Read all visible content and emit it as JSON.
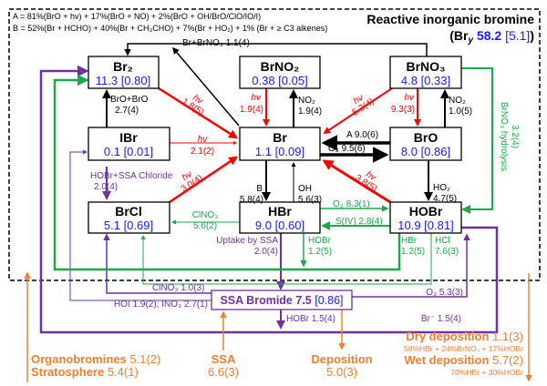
{
  "colors": {
    "value": "#1a1aff",
    "photolysis": "#ff0000",
    "heterogeneous": "#1aaa4a",
    "ssa": "#7030a0",
    "external": "#f07f2f",
    "gas": "#000000"
  },
  "legend": {
    "a_line": "A = 81%(BrO + hv) + 17%(BrO + NO) + 2%(BrO + OH/BrO/ClO/IO/I)",
    "b_line": "B = 52%(Br + HCHO) + 40%(Br + CH₃CHO) + 7%(Br + HO₂) + 1% (Br + ≥ C3 alkenes)"
  },
  "title": {
    "text": "Reactive inorganic bromine",
    "bry_open": "(Br",
    "bry_sub": "y",
    "bry_value": "58.2",
    "bry_err": "[5.1]",
    "bry_close": ")"
  },
  "species": {
    "br2": {
      "name": "Br₂",
      "value": "11.3 [0.80]"
    },
    "brno2": {
      "name": "BrNO₂",
      "value": "0.38 [0.05]"
    },
    "brno3": {
      "name": "BrNO₃",
      "value": "4.8 [0.33]"
    },
    "ibr": {
      "name": "IBr",
      "value": "0.1 [0.01]"
    },
    "br": {
      "name": "Br",
      "value": "1.1 [0.09]"
    },
    "bro": {
      "name": "BrO",
      "value": "8.0 [0.86]"
    },
    "brcl": {
      "name": "BrCl",
      "value": "5.1 [0.69]"
    },
    "hbr": {
      "name": "HBr",
      "value": "9.0 [0.60]"
    },
    "hobr": {
      "name": "HOBr",
      "value": "10.9 [0.81]"
    },
    "ssa": {
      "name": "SSA Bromide",
      "value": "7.5",
      "err": "[0.86]"
    }
  },
  "fluxes": {
    "br_brno3": "Br+BrNO₃ 1.1(4)",
    "bro_bro": [
      "BrO+BrO",
      "2.7(4)"
    ],
    "br2_hv": [
      "hv",
      "1.8(5)"
    ],
    "brno2_hv": [
      "hv",
      "1.9(4)"
    ],
    "brno2_no2": [
      "NO₂",
      "1.9(4)"
    ],
    "brno3_hv_br": [
      "hv",
      "5.3(4)"
    ],
    "brno3_hv_bro": [
      "hv",
      "9.3(3)"
    ],
    "bro_no2": [
      "NO₂",
      "1.0(5)"
    ],
    "a": "A 9.0(6)",
    "o3": "O₃ 9.5(6)",
    "ibr_hv": [
      "hv",
      "2.1(2)"
    ],
    "hobr_ssa_cl": [
      "HOBr+SSA Chloride",
      "2.0(4)"
    ],
    "brcl_hv": [
      "hv",
      "3.0(4)"
    ],
    "b": [
      "B",
      "5.8(4)"
    ],
    "oh": [
      "OH",
      "5.6(3)"
    ],
    "hobr_hv": [
      "hv",
      "3.8(5)"
    ],
    "ho2": [
      "HO₂",
      "4.7(5)"
    ],
    "brno3_hydrolysis": [
      "BrNO₃ hydrolysis",
      "3.2(4)"
    ],
    "clno3": [
      "ClNO₃",
      "5.6(2)"
    ],
    "o3_hbr": "O₃ 8.3(1)",
    "siv": "S(IV) 2.8(4)",
    "uptake": [
      "Uptake by SSA",
      "2.0(4)"
    ],
    "hobr_hbr": [
      "HOBr",
      "1.2(5)"
    ],
    "hbr_hobr": [
      "HBr",
      "1.2(5)"
    ],
    "hcl": [
      "HCl",
      "7.6(3)"
    ],
    "clno3_ssa": "ClNO₃ 1.0(3)",
    "hoi_ino3": "HOI 1.9(2); INO₃ 2.7(1)",
    "o3_ssa": "O₃ 5.3(3)",
    "hobr_ssa": "HOBr 1.5(4)",
    "brminus": "Br⁻ 1.5(4)"
  },
  "external": {
    "organobromines": {
      "label": "Organobromines",
      "value": "5.1(2)"
    },
    "stratosphere": {
      "label": "Stratosphere",
      "value": "5.4(1)"
    },
    "ssa": {
      "label": "SSA",
      "value": "6.6(3)"
    },
    "deposition": {
      "label": "Deposition",
      "value": "5.0(3)"
    },
    "dry": {
      "label": "Dry deposition",
      "value": "1.1(3)",
      "detail": "58%HBr + 24%BrNO₃ + 17%HOBr"
    },
    "wet": {
      "label": "Wet deposition",
      "value": "5.7(2)",
      "detail": "70%HBr + 30%HOBr"
    }
  }
}
